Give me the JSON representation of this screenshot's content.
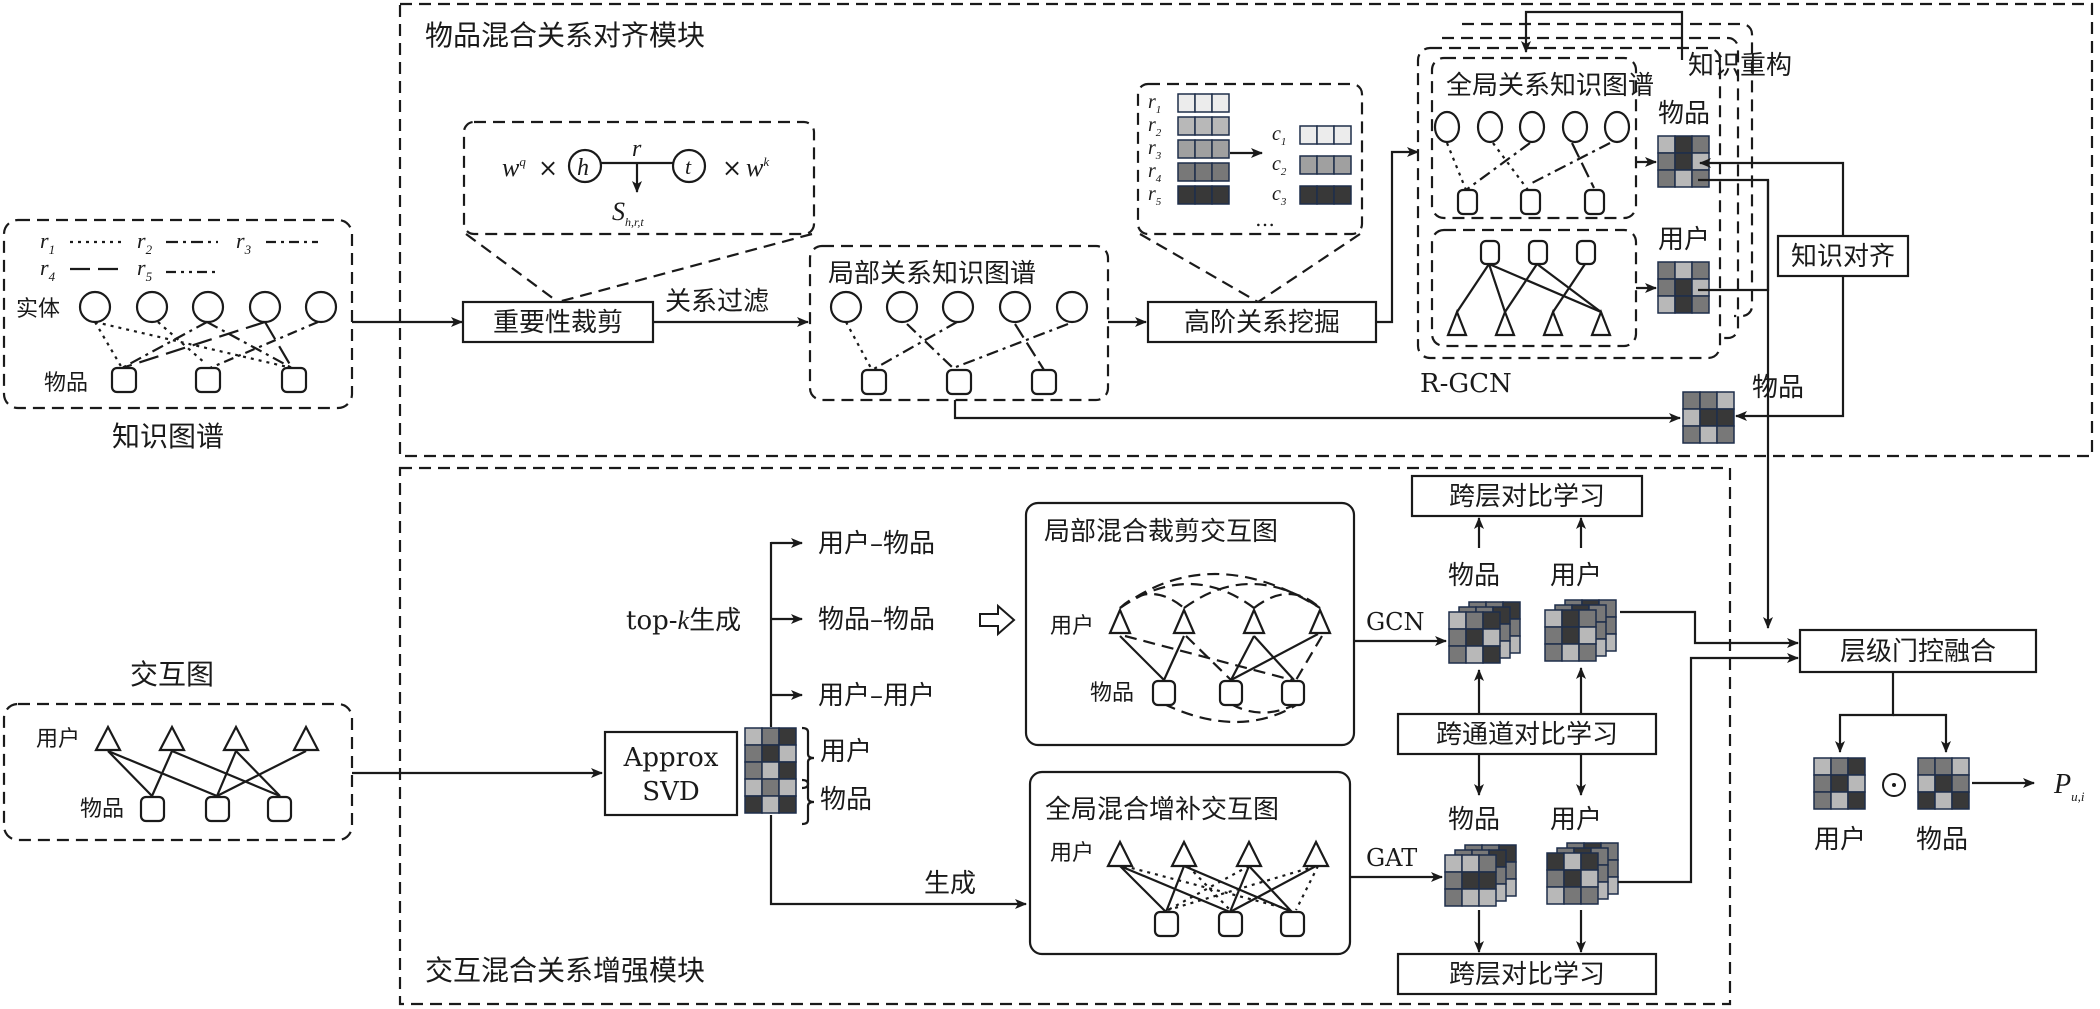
{
  "colors": {
    "ink": "#1a1a1a",
    "cell_light": "#b8b8b8",
    "cell_mid": "#787878",
    "cell_dark": "#383838",
    "cell_pale": "#ececec",
    "cell_border": "#1e2e4a"
  },
  "knowledge_graph": {
    "title": "知识图谱",
    "entity_label": "实体",
    "item_label": "物品",
    "relations": [
      {
        "name": "r",
        "sub": "1",
        "style": "dotted"
      },
      {
        "name": "r",
        "sub": "2",
        "style": "dash-dot-short"
      },
      {
        "name": "r",
        "sub": "3",
        "style": "dash-dot"
      },
      {
        "name": "r",
        "sub": "4",
        "style": "long-dash"
      },
      {
        "name": "r",
        "sub": "5",
        "style": "dash-dot-dot"
      }
    ]
  },
  "item_module": {
    "title": "物品混合关系对齐模块",
    "importance_pruning": "重要性裁剪",
    "relation_filter": "关系过滤",
    "score_formula": {
      "wq": "w",
      "wq_sup": "q",
      "times": "×",
      "h": "h",
      "r": "r",
      "t": "t",
      "wk": "w",
      "wk_sup": "k",
      "s": "S",
      "s_sub": "h,r,t"
    },
    "local_kg": "局部关系知识图谱",
    "high_order_mining": "高阶关系挖掘",
    "mining_relations": [
      "1",
      "2",
      "3",
      "4",
      "5"
    ],
    "mining_clusters": [
      "1",
      "2",
      "3"
    ],
    "ellipsis": "…",
    "global_kg": "全局关系知识图谱",
    "knowledge_reconstruct": "知识重构",
    "item_label": "物品",
    "user_label": "用户",
    "rgcn": "R-GCN",
    "knowledge_align": "知识对齐",
    "bottom_item_label": "物品"
  },
  "interaction_graph": {
    "title": "交互图",
    "user_label": "用户",
    "item_label": "物品"
  },
  "interaction_module": {
    "title": "交互混合关系增强模块",
    "approx_svd_line1": "Approx",
    "approx_svd_line2": "SVD",
    "svd_user": "用户",
    "svd_item": "物品",
    "topk_prefix": "top-",
    "topk_k": "k",
    "topk_suffix": "生成",
    "pair_user_item": "用户–物品",
    "pair_item_item": "物品–物品",
    "pair_user_user": "用户–用户",
    "generate": "生成",
    "local_graph": "局部混合裁剪交互图",
    "global_graph": "全局混合增补交互图",
    "user_label": "用户",
    "item_label": "物品",
    "gcn": "GCN",
    "gat": "GAT",
    "cross_layer_top": "跨层对比学习",
    "cross_channel": "跨通道对比学习",
    "cross_layer_bottom": "跨层对比学习",
    "gcn_item": "物品",
    "gcn_user": "用户",
    "gat_item": "物品",
    "gat_user": "用户"
  },
  "fusion": {
    "gate_fusion": "层级门控融合",
    "user_label": "用户",
    "item_label": "物品",
    "hadamard": "⊙",
    "output": "P",
    "output_sub": "u,i"
  }
}
